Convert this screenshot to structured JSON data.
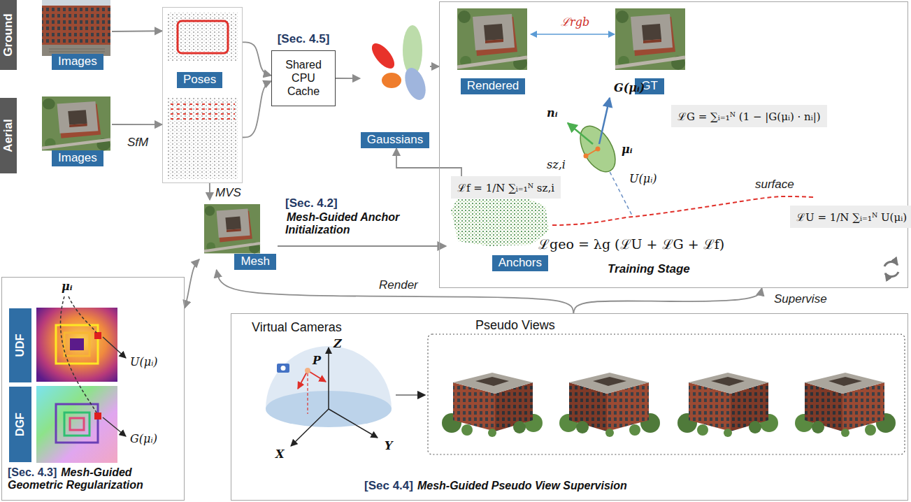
{
  "diagram": {
    "nodes": [
      {
        "text": [
          "Ground"
        ]
      },
      {
        "text": [
          "Images"
        ]
      },
      {
        "text": [
          "Aerial"
        ]
      },
      {
        "text": [
          "Images"
        ]
      },
      {
        "text": [
          "Poses"
        ]
      },
      {
        "text": [
          "[Sec. 4.5]",
          "Shared CPU Cache"
        ]
      },
      {
        "text": [
          "Gaussians"
        ]
      },
      {
        "text": [
          "Training Stage"
        ]
      },
      {
        "text": [
          "Rendered"
        ],
        "in": 7
      },
      {
        "text": [
          "GT"
        ],
        "in": 7
      },
      {
        "text": [
          "Mesh"
        ]
      },
      {
        "text": [
          "Anchors"
        ]
      },
      {
        "text": [
          "[Sec. 4.3]",
          "Mesh-Guided Geometric Regularization"
        ]
      },
      {
        "text": [
          "UDF"
        ],
        "in": 12
      },
      {
        "text": [
          "DGF"
        ],
        "in": 12
      },
      {
        "text": [
          "[Sec 4.4]",
          "Mesh-Guided Pseudo View Supervision"
        ]
      }
    ],
    "edges": [
      {
        "from": 1,
        "to": 4,
        "arrow": "to"
      },
      {
        "from": 3,
        "to": 4,
        "label": "SfM",
        "arrow": "to"
      },
      {
        "from": 4,
        "to": 5,
        "arrow": "to"
      },
      {
        "from": 4,
        "to": 5,
        "arrow": "to"
      },
      {
        "from": 5,
        "to": 6,
        "arrow": "to"
      },
      {
        "from": 6,
        "to": 7,
        "arrow": "to"
      },
      {
        "from": 4,
        "to": 10,
        "label": "MVS",
        "arrow": "to"
      },
      {
        "from": 10,
        "to": 11,
        "label": "Mesh-Guided Anchor Initialization",
        "arrow": "to"
      },
      {
        "from": 11,
        "to": 6,
        "arrow": "to"
      },
      {
        "from": 8,
        "to": 9,
        "label": "ℒrgb",
        "arrow": "both"
      },
      {
        "from": 10,
        "to": 12,
        "arrow": "both"
      },
      {
        "from": 15,
        "to": 10,
        "label": "Render",
        "arrow": "to"
      },
      {
        "from": 15,
        "to": 7,
        "label": "Supervise",
        "arrow": "to"
      }
    ],
    "labels": [
      "[Sec. 4.2]",
      "nᵢ",
      "G(μᵢ)",
      "μᵢ",
      "sz,i",
      "U(μᵢ)",
      "surface",
      "ℒG = ∑ᵢ₌₁ᴺ (1 − |G(μᵢ) · nᵢ|)",
      "ℒf = 1/N ∑ᵢ₌₁ᴺ sz,i",
      "ℒU = 1/N ∑ᵢ₌₁ᴺ U(μᵢ)",
      "ℒgeo = λg (ℒU + ℒG + ℒf)",
      "μᵢ",
      "U(μᵢ)",
      "G(μᵢ)",
      "Virtual Cameras",
      "Pseudo Views",
      "Z",
      "X",
      "Y",
      "P"
    ]
  }
}
